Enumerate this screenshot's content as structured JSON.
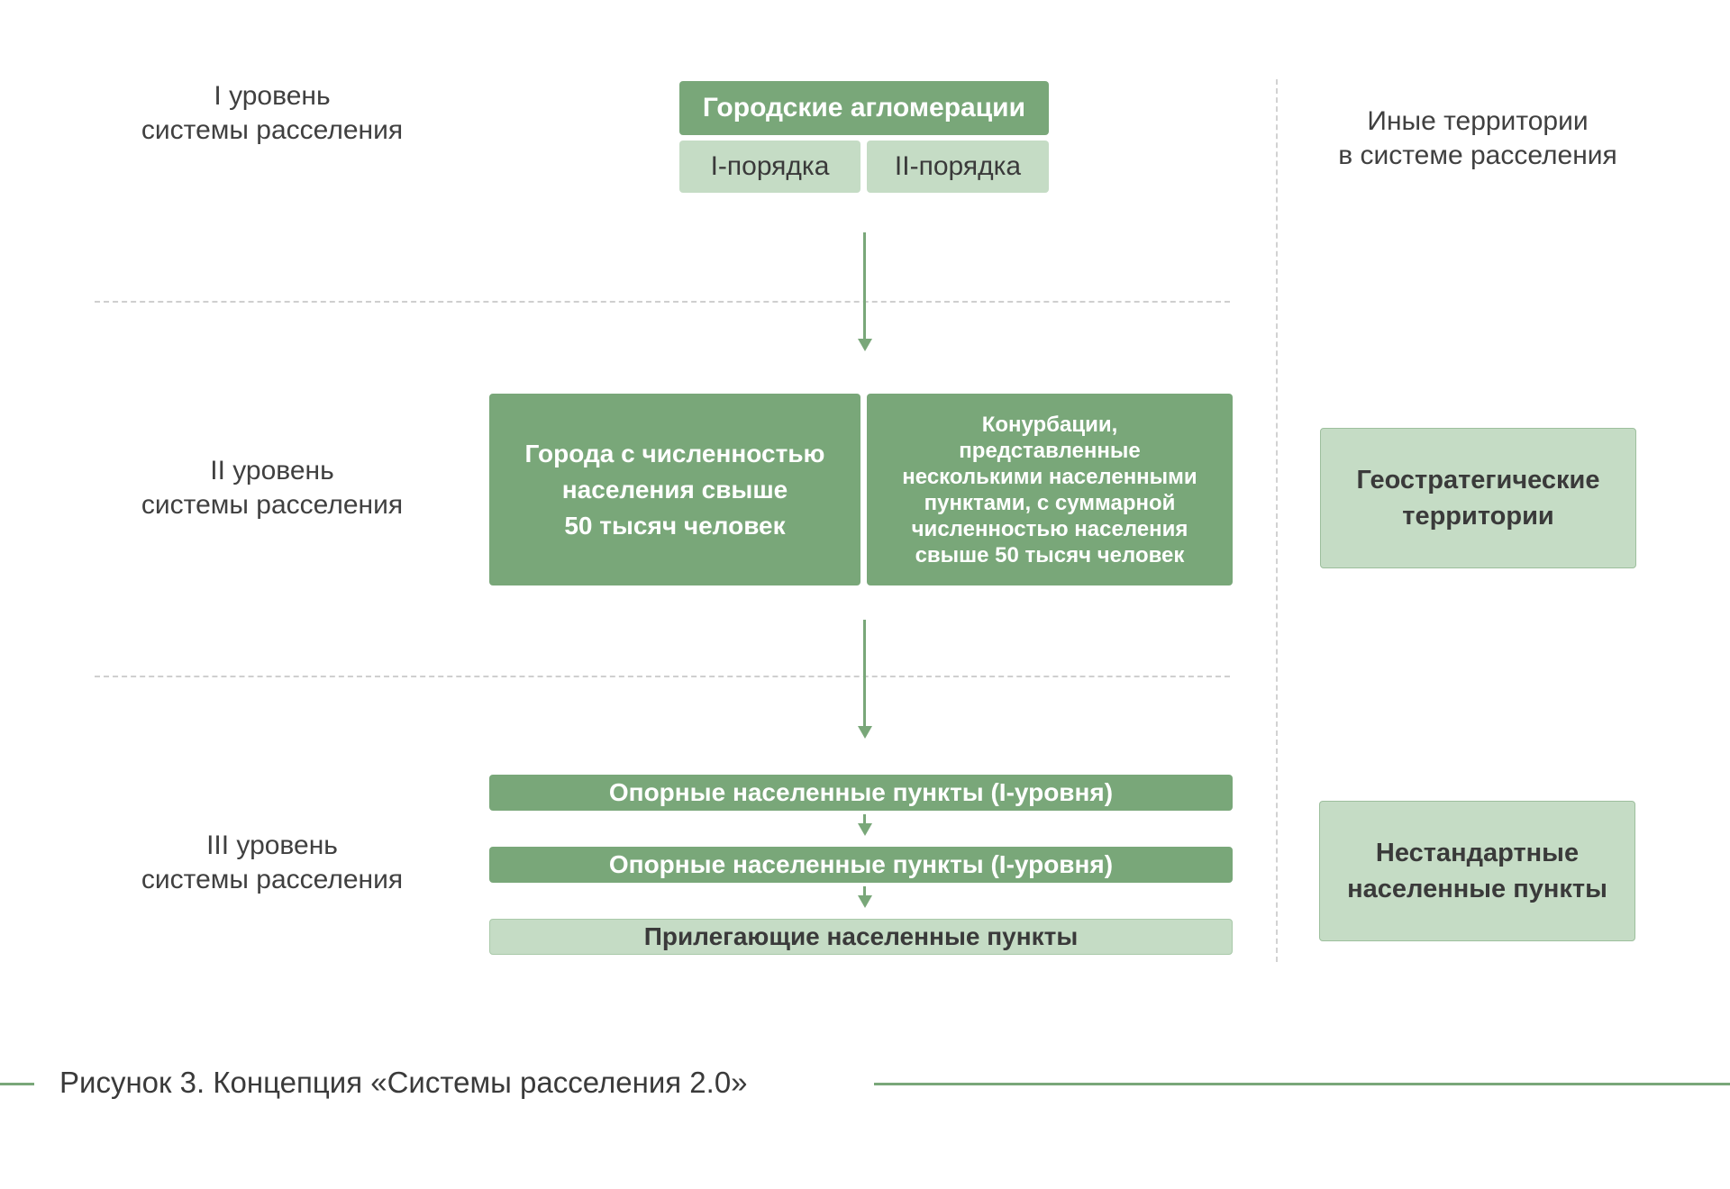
{
  "levels": {
    "level1": {
      "line1": "I уровень",
      "line2": "системы расселения"
    },
    "level2": {
      "line1": "II уровень",
      "line2": "системы расселения"
    },
    "level3": {
      "line1": "III уровень",
      "line2": "системы расселения"
    }
  },
  "right_header": {
    "line1": "Иные территории",
    "line2": "в системе расселения"
  },
  "agglomerations": {
    "title": "Городские агломерации",
    "order1": "I-порядка",
    "order2": "II-порядка"
  },
  "level2_boxes": {
    "cities": [
      "Города с численностью",
      "населения свыше",
      "50 тысяч человек"
    ],
    "conurbations": [
      "Конурбации,",
      "представленные",
      "несколькими населенными",
      "пунктами, с суммарной",
      "численностью населения",
      "свыше 50 тысяч человек"
    ]
  },
  "level3_boxes": {
    "support1": "Опорные населенные пункты (I-уровня)",
    "support2": "Опорные населенные пункты (I-уровня)",
    "adjacent": "Прилегающие населенные пункты"
  },
  "side_boxes": {
    "geostrategic": [
      "Геостратегические",
      "территории"
    ],
    "nonstandard": [
      "Нестандартные",
      "населенные пункты"
    ]
  },
  "caption": "Рисунок 3. Концепция «Системы расселения 2.0»",
  "colors": {
    "dark_green": "#79a779",
    "light_green": "#c5dcc5",
    "text": "#3a3a3a"
  }
}
